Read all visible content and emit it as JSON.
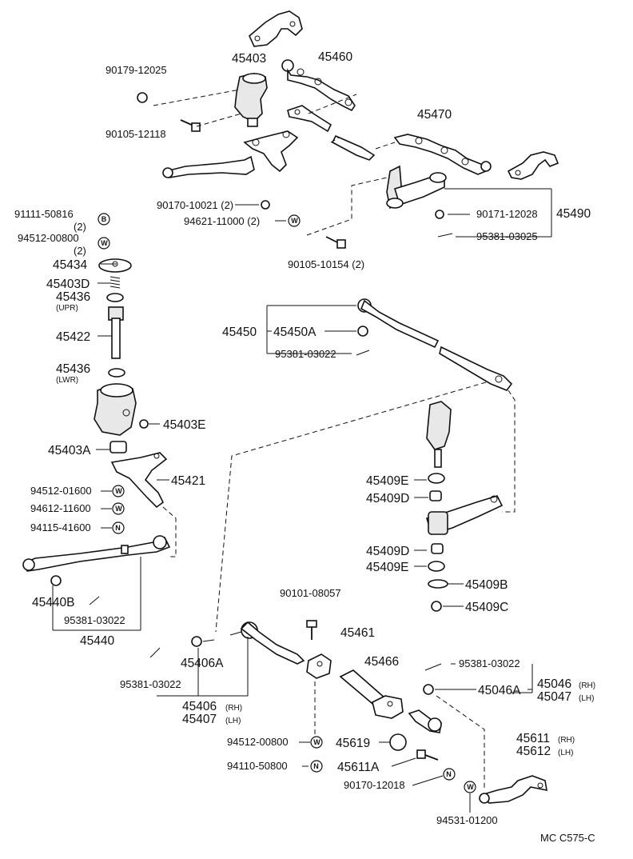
{
  "labels": {
    "l45403": "45403",
    "l45460": "45460",
    "l90179": "90179-12025",
    "l90105a": "90105-12118",
    "l45470": "45470",
    "l90170a": "90170-10021 (2)",
    "l94621": "94621-11000 (2)",
    "l90105b": "90105-10154 (2)",
    "l90171": "90171-12028",
    "l45490": "45490",
    "l95381a": "95381-03025",
    "l91111": "91111-50816",
    "l91111q": "(2)",
    "l94512a": "94512-00800",
    "l94512aq": "(2)",
    "l45434": "45434",
    "l45403D": "45403D",
    "l45436a": "45436",
    "l45436au": "(UPR)",
    "l45422": "45422",
    "l45436b": "45436",
    "l45436bl": "(LWR)",
    "l45403E": "45403E",
    "l45403A": "45403A",
    "l45421": "45421",
    "l94512b": "94512-01600",
    "l94612": "94612-11600",
    "l94115": "94115-41600",
    "l45440B": "45440B",
    "l95381b": "95381-03022",
    "l45440": "45440",
    "l45450": "45450",
    "l45450A": "45450A",
    "l95381c": "95381-03022",
    "l45409Ea": "45409E",
    "l45409Da": "45409D",
    "l45409Db": "45409D",
    "l45409Eb": "45409E",
    "l45409B": "45409B",
    "l45409C": "45409C",
    "l90101": "90101-08057",
    "l45461": "45461",
    "l45466": "45466",
    "l95381d": "95381-03022",
    "l45046A": "45046A",
    "l45046": "45046",
    "l45046rh": "(RH)",
    "l45047": "45047",
    "l45047lh": "(LH)",
    "l45406A": "45406A",
    "l95381e": "95381-03022",
    "l45406": "45406",
    "l45406rh": "(RH)",
    "l45407": "45407",
    "l45407lh": "(LH)",
    "l94512c": "94512-00800",
    "l45619": "45619",
    "l94110": "94110-50800",
    "l45611A": "45611A",
    "l90170b": "90170-12018",
    "l94531": "94531-01200",
    "l45611": "45611",
    "l45611rh": "(RH)",
    "l45612": "45612",
    "l45612lh": "(LH)",
    "code": "MC  C575-C"
  },
  "symbols": {
    "B": "B",
    "W": "W",
    "N": "N"
  }
}
